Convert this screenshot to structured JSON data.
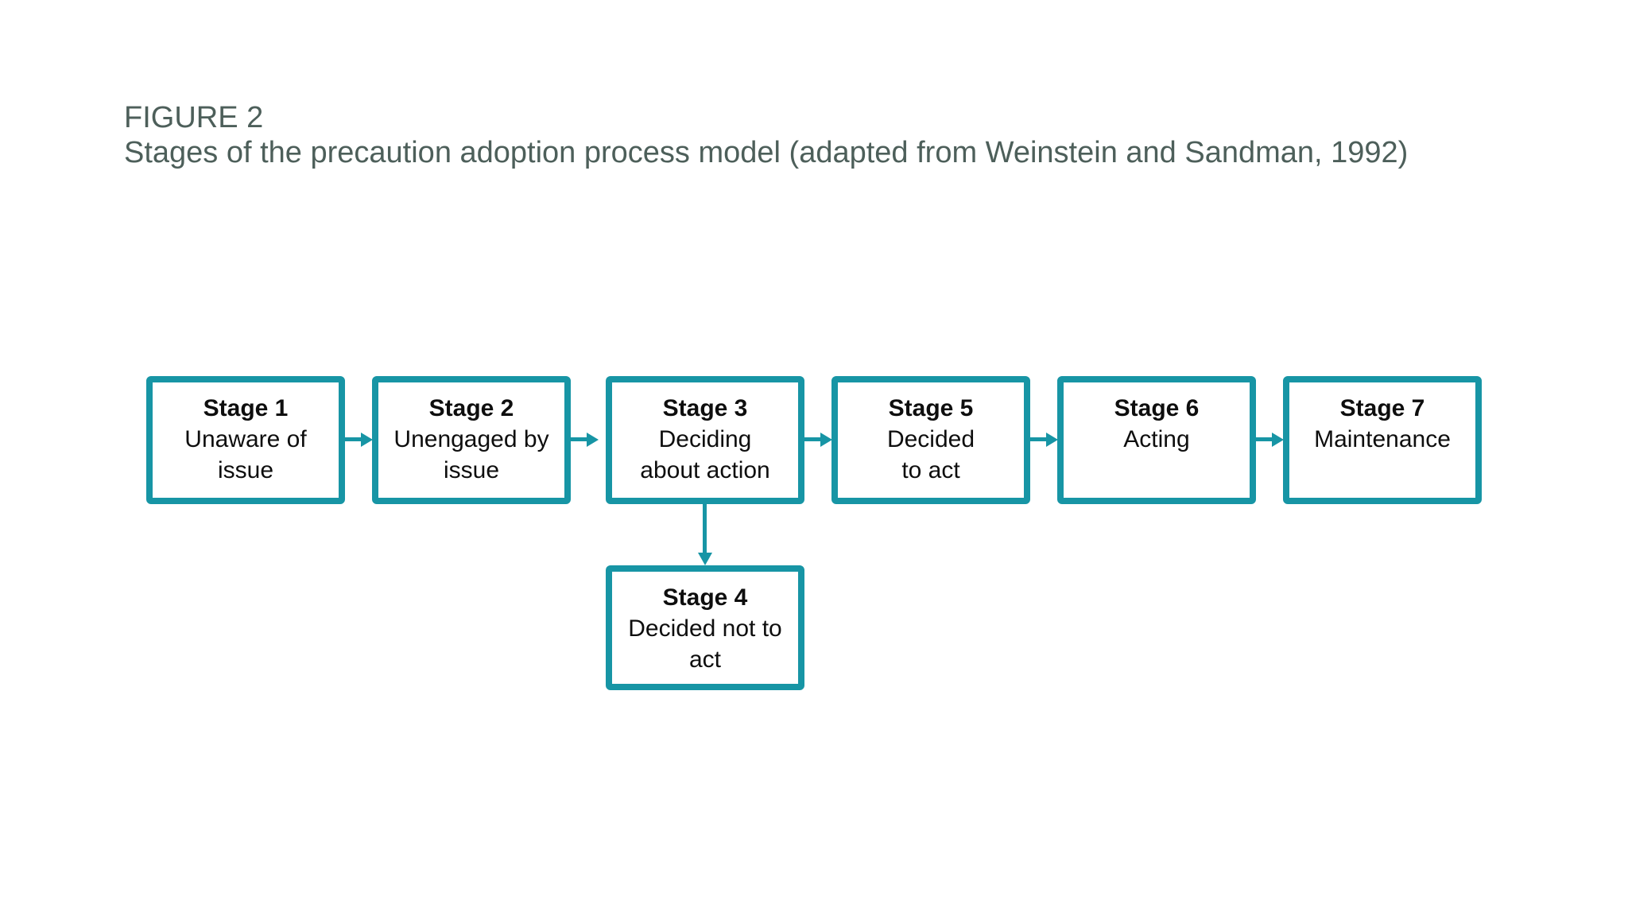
{
  "header": {
    "figure_label": "FIGURE 2",
    "caption": "Stages of the precaution adoption process model (adapted from Weinstein and Sandman, 1992)"
  },
  "colors": {
    "accent": "#1795a5",
    "heading-text": "#4d5f5a",
    "box-text": "#0e0e0e",
    "background": "#ffffff"
  },
  "stages": [
    {
      "title": "Stage 1",
      "subtitle": "Unaware of\nissue"
    },
    {
      "title": "Stage 2",
      "subtitle": "Unengaged by\nissue"
    },
    {
      "title": "Stage 3",
      "subtitle": "Deciding\nabout action"
    },
    {
      "title": "Stage 4",
      "subtitle": "Decided not to\nact"
    },
    {
      "title": "Stage 5",
      "subtitle": "Decided\nto act"
    },
    {
      "title": "Stage 6",
      "subtitle": "Acting"
    },
    {
      "title": "Stage 7",
      "subtitle": "Maintenance"
    }
  ],
  "connectors": [
    {
      "from": "Stage 1",
      "to": "Stage 2",
      "direction": "right"
    },
    {
      "from": "Stage 2",
      "to": "Stage 3",
      "direction": "right"
    },
    {
      "from": "Stage 3",
      "to": "Stage 5",
      "direction": "right"
    },
    {
      "from": "Stage 5",
      "to": "Stage 6",
      "direction": "right"
    },
    {
      "from": "Stage 6",
      "to": "Stage 7",
      "direction": "right"
    },
    {
      "from": "Stage 3",
      "to": "Stage 4",
      "direction": "down"
    }
  ]
}
